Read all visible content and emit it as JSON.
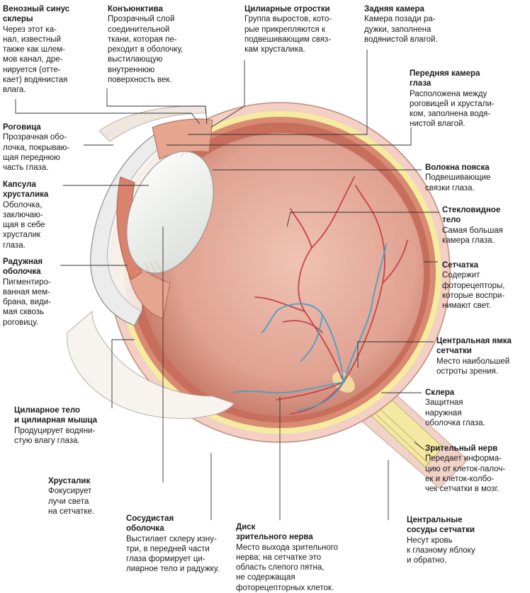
{
  "labels": {
    "venous_sinus": {
      "title": "Венозный синус\nсклеры",
      "desc": "Через этот ка-\nнал, известный\nтакже как шлем-\nмов канал, дре-\nнируется (отте-\nкает) водянистая\nвлага."
    },
    "conjunctiva": {
      "title": "Конъюнктива",
      "desc": "Прозрачный слой\nсоединительной\nткани, которая пе-\nреходит в оболочку,\nвыстилающую\nвнутреннюю\nповерхность век."
    },
    "ciliary_processes": {
      "title": "Цилиарные отростки",
      "desc": "Группа выростов, кото-\nрые прикрепляются к\nподвешивающим связ-\nкам хрусталика."
    },
    "posterior_chamber": {
      "title": "Задняя камера",
      "desc": "Камера позади ра-\nдужки, заполнена\nводянистой влагой."
    },
    "anterior_chamber": {
      "title": "Передняя камера\nглаза",
      "desc": "Расположена между\nроговицей и хрустали-\nком, заполнена водя-\nнистой влагой."
    },
    "cornea": {
      "title": "Роговица",
      "desc": "Прозрачная обо-\nлочка, покрываю-\nщая переднюю\nчасть глаза."
    },
    "zonule": {
      "title": "Волокна пояска",
      "desc": "Подвешивающие\nсвязки глаза."
    },
    "lens_capsule": {
      "title": "Капсула\nхрусталика",
      "desc": "Оболочка,\nзаключаю-\nщая в себе\nхрусталик\nглаза."
    },
    "vitreous": {
      "title": "Стекловидное\nтело",
      "desc": "Самая большая\nкамера глаза."
    },
    "iris": {
      "title": "Радужная\nоболочка",
      "desc": "Пигментиро-\nванная мем-\nбрана, види-\nмая сквозь\nроговицу."
    },
    "retina": {
      "title": "Сетчатка",
      "desc": "Содержит\nфоторецепторы,\nкоторые воспри-\nнимают свет."
    },
    "fovea": {
      "title": "Центральная ямка\nсетчатки",
      "desc": "Место наибольшей\nостроты зрения."
    },
    "sclera": {
      "title": "Склера",
      "desc": "Защитная\nнаружная\nоболочка глаза."
    },
    "ciliary_body": {
      "title": "Цилиарное тело\nи цилиарная мышца",
      "desc": "Продуцирует водяни-\nстую влагу глаза."
    },
    "optic_nerve": {
      "title": "Зрительный нерв",
      "desc": "Передает информа-\nцию от клеток-палоч-\nек и клеток-колбо-\nчек сетчатки в мозг."
    },
    "lens": {
      "title": "Хрусталик",
      "desc": "Фокусирует\nлучи света\nна сетчатке."
    },
    "choroid": {
      "title": "Сосудистая\nоболочка",
      "desc": "Выстилает склеру изну-\nтри, в передней части\nглаза формирует ци-\nлиарное тело и радужку."
    },
    "optic_disc": {
      "title": "Диск\nзрительного нерва",
      "desc": "Место выхода зрительного\nнерва; на сетчатке это\nобласть слепого пятна,\nне содержащая\nфоторецепторных клеток."
    },
    "central_vessels": {
      "title": "Центральные\nсосуды сетчатки",
      "desc": "Несут кровь\nк глазному яблоку\nи обратно."
    }
  },
  "colors": {
    "sclera_outer": "#f3cfc4",
    "sclera_yellow": "#f5eca0",
    "choroid": "#d98a72",
    "retina": "#c76f5c",
    "vitreous": "#e2a898",
    "artery": "#c8434a",
    "vein": "#4aa0c8",
    "lens": "#eef0ec",
    "cornea": "#ececec",
    "leader": "#333333"
  }
}
